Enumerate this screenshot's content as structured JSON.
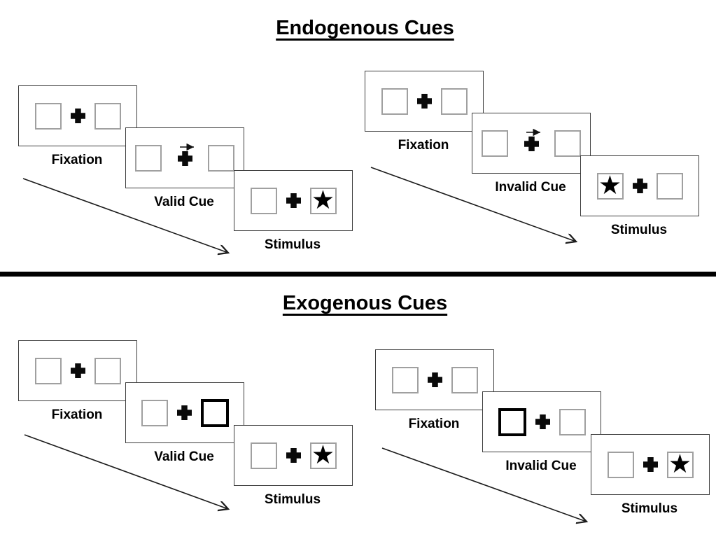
{
  "diagram": {
    "description_type": "posner-cueing-task",
    "sections": [
      {
        "title": "Endogenous Cues",
        "groups": [
          {
            "condition": "valid",
            "cue_type": "central-arrow-pointing-right",
            "stimulus_star_side": "right",
            "panels": [
              {
                "label": "Fixation"
              },
              {
                "label": "Valid Cue"
              },
              {
                "label": "Stimulus"
              }
            ]
          },
          {
            "condition": "invalid",
            "cue_type": "central-arrow-pointing-right",
            "stimulus_star_side": "left",
            "panels": [
              {
                "label": "Fixation"
              },
              {
                "label": "Invalid Cue"
              },
              {
                "label": "Stimulus"
              }
            ]
          }
        ]
      },
      {
        "title": "Exogenous Cues",
        "groups": [
          {
            "condition": "valid",
            "cue_type": "bold-right-box",
            "stimulus_star_side": "right",
            "panels": [
              {
                "label": "Fixation"
              },
              {
                "label": "Valid Cue"
              },
              {
                "label": "Stimulus"
              }
            ]
          },
          {
            "condition": "invalid",
            "cue_type": "bold-left-box",
            "stimulus_star_side": "right",
            "panels": [
              {
                "label": "Fixation"
              },
              {
                "label": "Invalid Cue"
              },
              {
                "label": "Stimulus"
              }
            ]
          }
        ]
      }
    ],
    "glyphs": {
      "star": "★"
    },
    "colors": {
      "background": "#ffffff",
      "ink": "#000000",
      "panel_border": "#3d3d3d",
      "box_border": "#a0a0a0",
      "bold_box_border": "#000000",
      "divider": "#000000"
    }
  }
}
